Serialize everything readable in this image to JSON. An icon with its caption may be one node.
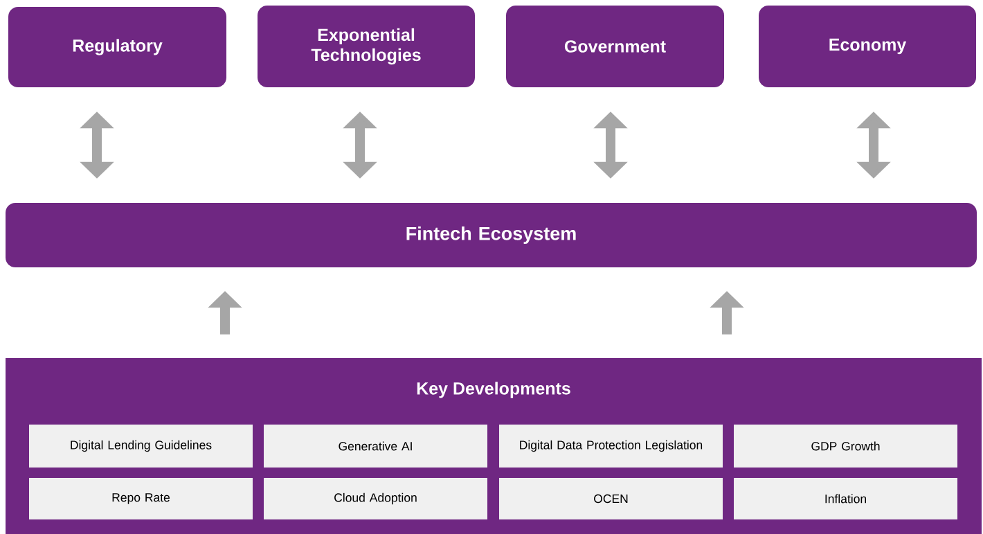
{
  "diagram": {
    "nodes": [
      {
        "text": [
          "Regulatory"
        ]
      },
      {
        "text": [
          "Exponential Technologies"
        ]
      },
      {
        "text": [
          "Government"
        ]
      },
      {
        "text": [
          "Economy"
        ]
      },
      {
        "text": [
          "Fintech Ecosystem"
        ]
      },
      {
        "text": [
          "Key Developments"
        ]
      },
      {
        "text": [
          "Digital Lending Guidelines"
        ],
        "in": 5
      },
      {
        "text": [
          "Generative AI"
        ],
        "in": 5
      },
      {
        "text": [
          "Digital Data Protection Legislation"
        ],
        "in": 5
      },
      {
        "text": [
          "GDP Growth"
        ],
        "in": 5
      },
      {
        "text": [
          "Repo Rate"
        ],
        "in": 5
      },
      {
        "text": [
          "Cloud Adoption"
        ],
        "in": 5
      },
      {
        "text": [
          "OCEN"
        ],
        "in": 5
      },
      {
        "text": [
          "Inflation"
        ],
        "in": 5
      }
    ],
    "edges": [
      {
        "from": 0,
        "to": 4,
        "arrow": "both"
      },
      {
        "from": 1,
        "to": 4,
        "arrow": "both"
      },
      {
        "from": 2,
        "to": 4,
        "arrow": "both"
      },
      {
        "from": 3,
        "to": 4,
        "arrow": "both"
      },
      {
        "from": 5,
        "to": 4,
        "arrow": "to"
      },
      {
        "from": 5,
        "to": 4,
        "arrow": "to"
      }
    ]
  }
}
